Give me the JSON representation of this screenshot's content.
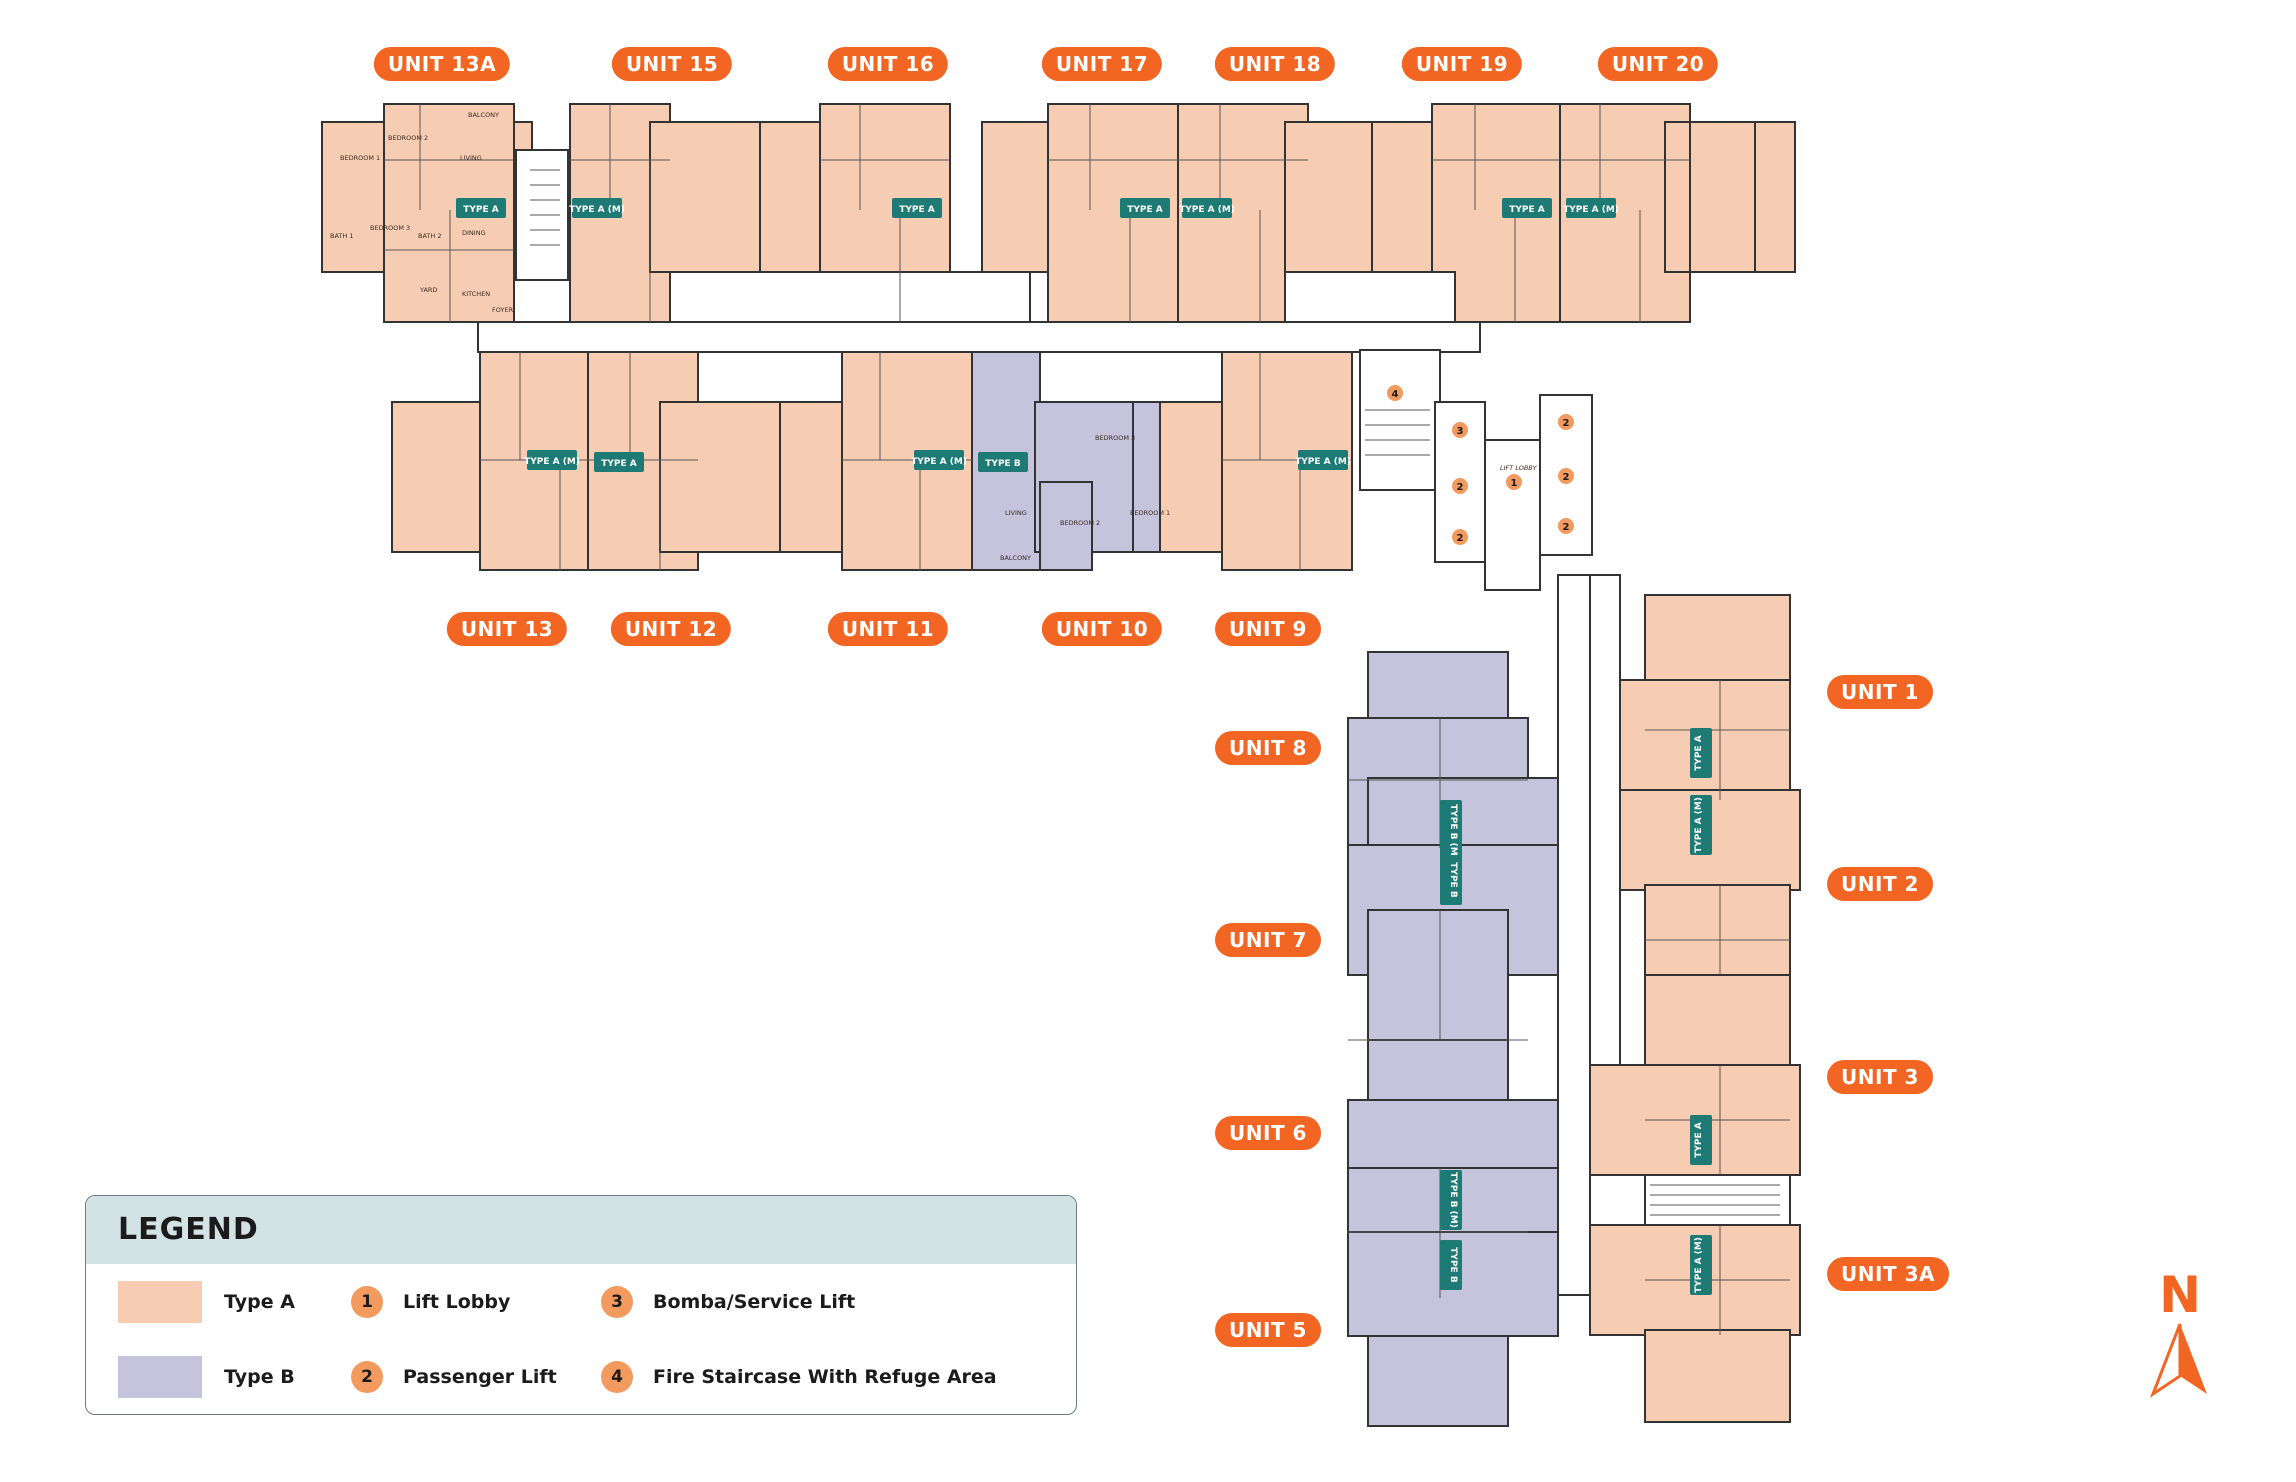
{
  "units_top": [
    {
      "label": "UNIT 13A"
    },
    {
      "label": "UNIT 15"
    },
    {
      "label": "UNIT 16"
    },
    {
      "label": "UNIT 17"
    },
    {
      "label": "UNIT 18"
    },
    {
      "label": "UNIT 19"
    },
    {
      "label": "UNIT 20"
    }
  ],
  "units_middle": [
    {
      "label": "UNIT 13"
    },
    {
      "label": "UNIT 12"
    },
    {
      "label": "UNIT 11"
    },
    {
      "label": "UNIT 10"
    },
    {
      "label": "UNIT 9"
    }
  ],
  "units_left_wing": [
    {
      "label": "UNIT 8"
    },
    {
      "label": "UNIT 7"
    },
    {
      "label": "UNIT 6"
    },
    {
      "label": "UNIT 5"
    }
  ],
  "units_right_wing": [
    {
      "label": "UNIT 1"
    },
    {
      "label": "UNIT 2"
    },
    {
      "label": "UNIT 3"
    },
    {
      "label": "UNIT 3A"
    }
  ],
  "type_tags": {
    "a": "TYPE A",
    "am": "TYPE A (M)",
    "b": "TYPE B",
    "bm": "TYPE B (M)"
  },
  "rooms": {
    "bedroom1": "BEDROOM 1",
    "bedroom2": "BEDROOM 2",
    "bedroom3": "BEDROOM 3",
    "living": "LIVING",
    "dining": "DINING",
    "kitchen": "KITCHEN",
    "yard": "YARD",
    "foyer": "FOYER",
    "balcony": "BALCONY",
    "bath1": "BATH 1",
    "bath2": "BATH 2"
  },
  "core": {
    "lift_lobby": "LIFT LOBBY",
    "pins": [
      "1",
      "2",
      "3",
      "4"
    ]
  },
  "legend": {
    "title": "LEGEND",
    "items": [
      {
        "label": "Type A",
        "color": "#f6cdb3"
      },
      {
        "label": "Type B",
        "color": "#c6c3dd"
      },
      {
        "num": "1",
        "label": "Lift Lobby"
      },
      {
        "num": "2",
        "label": "Passenger Lift"
      },
      {
        "num": "3",
        "label": "Bomba/Service Lift"
      },
      {
        "num": "4",
        "label": "Fire Staircase With Refuge Area"
      }
    ]
  },
  "north": {
    "letter": "N"
  },
  "colors": {
    "type_a": "#f6cdb3",
    "type_b": "#c6c3dd",
    "accent": "#f26522",
    "wall": "#333333"
  }
}
